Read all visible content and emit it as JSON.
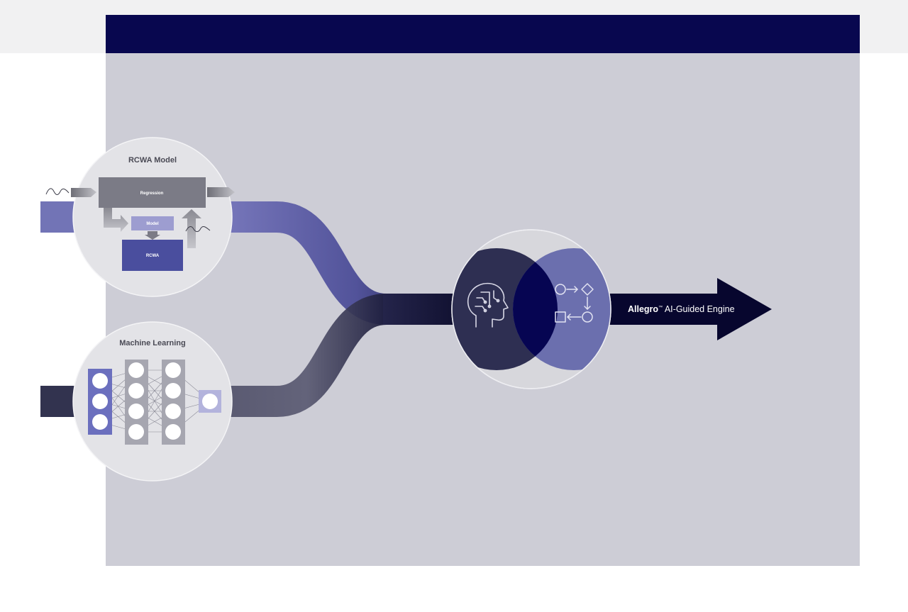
{
  "diagram": {
    "rcwa": {
      "title": "RCWA Model",
      "regression_label": "Regression",
      "model_label": "Model",
      "rcwa_label": "RCWA"
    },
    "ml": {
      "title": "Machine Learning"
    },
    "output": {
      "brand": "Allegro",
      "trademark": "™",
      "label": " AI-Guided Engine"
    },
    "colors": {
      "header": "#08074f",
      "panel": "#cdcdd6",
      "upper_stream": "#6a6aae",
      "lower_stream": "#33344f",
      "merged": "#16163a",
      "arrow": "#07062e",
      "venn_left": "#2e2f52",
      "venn_right": "#6b6fae",
      "venn_overlap": "#060552",
      "rcwa_box": "#4a4e9e",
      "model_box": "#9d9dd0",
      "regression_box": "#7b7b86"
    },
    "icons": [
      "wave-icon",
      "brain-circuit-icon",
      "process-flow-icon",
      "neural-network-icon"
    ]
  }
}
